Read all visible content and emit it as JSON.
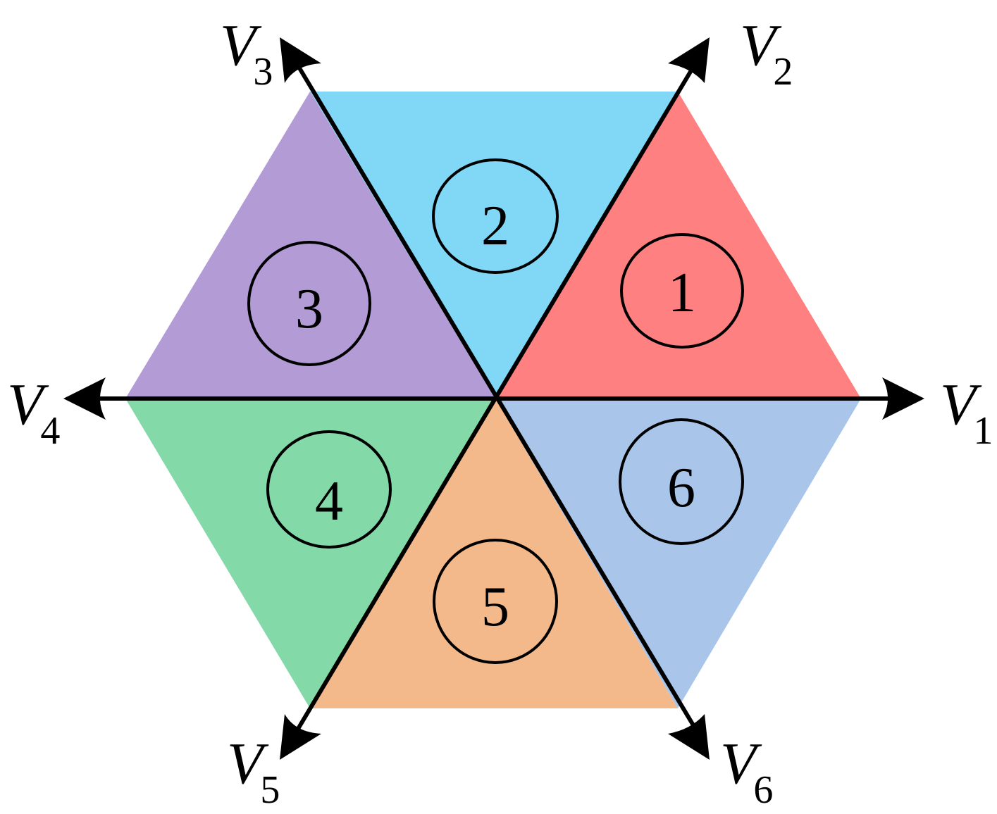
{
  "colors": {
    "sector_1": "#ff8080",
    "sector_2": "#80d8f6",
    "sector_3": "#b39bd5",
    "sector_4": "#84d9a8",
    "sector_5": "#f4b98a",
    "sector_6": "#a9c5ea",
    "line": "#000000"
  },
  "sectors": [
    {
      "label": "1"
    },
    {
      "label": "2"
    },
    {
      "label": "3"
    },
    {
      "label": "4"
    },
    {
      "label": "5"
    },
    {
      "label": "6"
    }
  ],
  "vectors": [
    {
      "symbol": "V",
      "subscript": "1"
    },
    {
      "symbol": "V",
      "subscript": "2"
    },
    {
      "symbol": "V",
      "subscript": "3"
    },
    {
      "symbol": "V",
      "subscript": "4"
    },
    {
      "symbol": "V",
      "subscript": "5"
    },
    {
      "symbol": "V",
      "subscript": "6"
    }
  ]
}
